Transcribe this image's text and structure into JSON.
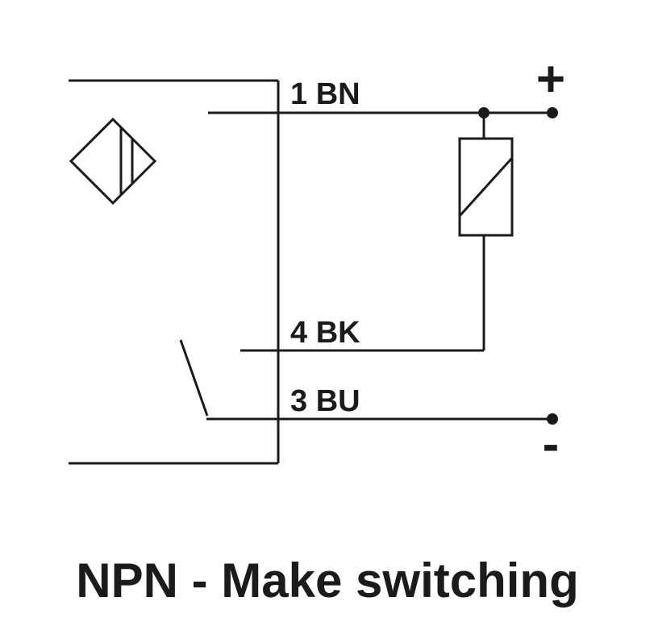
{
  "diagram": {
    "type": "sensor-wiring-diagram",
    "title": "NPN - Make switching",
    "labels": {
      "wire_1_bn": "1 BN",
      "wire_4_bk": "4 BK",
      "wire_3_bu": "3 BU",
      "positive_terminal": "+",
      "negative_terminal": "-"
    },
    "components": {
      "sensor_symbol": "inductive-proximity-sensor-diamond",
      "load_symbol": "load-box-with-diagonal",
      "switch_symbol": "normally-open-make-contact",
      "junctions": "filled-connection-dots"
    },
    "colors": {
      "line": "#1b1b1b",
      "background": "#ffffff"
    }
  }
}
